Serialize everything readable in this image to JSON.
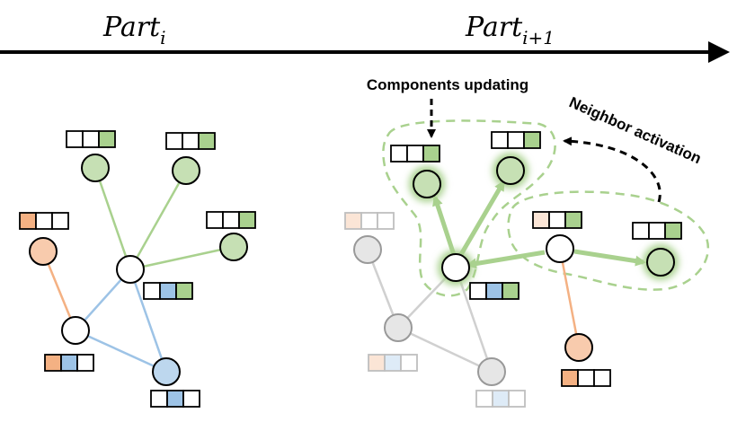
{
  "timeline": {
    "part_left": {
      "base": "Part",
      "sub": "i"
    },
    "part_right": {
      "base": "Part",
      "sub": "i+1"
    }
  },
  "annotations": {
    "components_updating": "Components updating",
    "neighbor_activation": "Neighbor activation"
  },
  "colors": {
    "green": "#c6e0b4",
    "green_stroke": "#000000",
    "green_edge": "#a9d18e",
    "orange": "#f8cbad",
    "orange_strong": "#f4b183",
    "orange_edge": "#f4b183",
    "blue": "#bdd7ee",
    "blue_strong": "#9dc3e6",
    "blue_edge": "#9dc3e6",
    "grey_node": "#e6e6e6",
    "grey_edge": "#d0d0d0",
    "dashed_region": "#a9d18e",
    "glow": "#a9d18e"
  }
}
